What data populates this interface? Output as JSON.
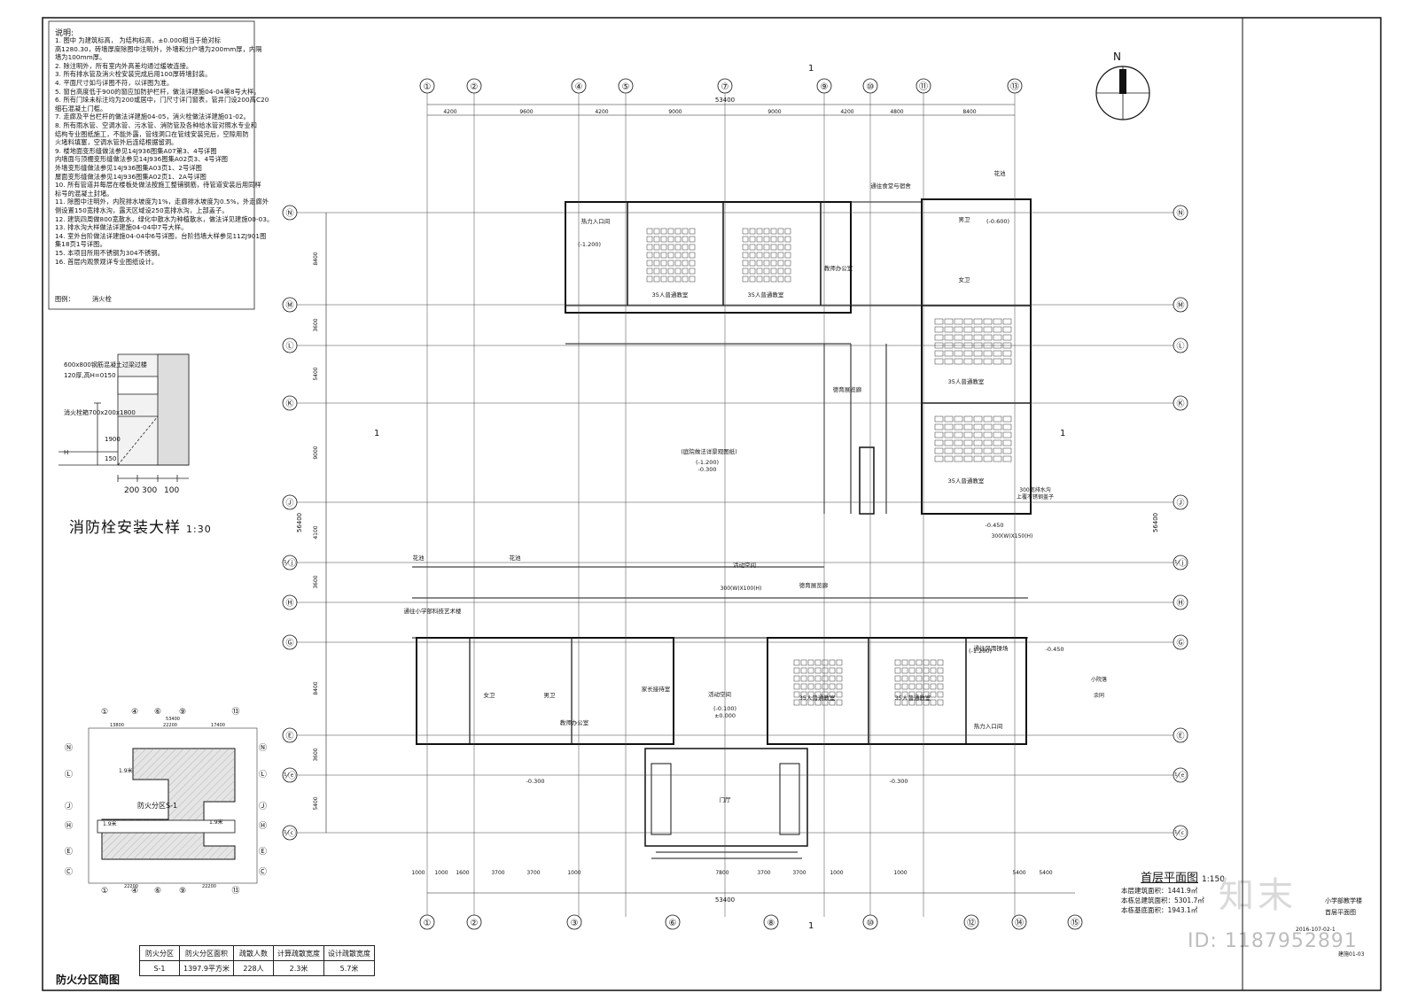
{
  "notes": {
    "title": "说明:",
    "lines": [
      "1.  图中     为建筑标高，     为结构标高，±0.000相当于绝对标",
      "     高1280.30，砖墙厚度除图中注明外，外墙和分户墙为200mm厚，内隔",
      "     墙为100mm厚。",
      "2.  除注明外，所有室内外高差均通过缓坡连接。",
      "3.  所有排水管及消火栓安装完成后用100厚砖墙封装。",
      "4.  平面尺寸如与详图不符，以详图为准。",
      "5.  窗台高度低于900的窗应加防护栏杆，做法详建施04-04第8号大样。",
      "6.  所有门垛未标注均为200或居中，门尺寸详门窗表，管井门设200高C20",
      "     细石混凝土门槛。",
      "7.  走廊及平台栏杆的做法详建施04-05，消火栓做法详建施01-02。",
      "8.  所有雨水管、空调水管、污水管、消防管及各种给水管对照水专业和",
      "     结构专业图纸施工，不能外露，管线洞口在管线安装完后，空隙用防",
      "     火堵料填塞，空调水管外后连结根据留洞。",
      "9.  楼地面变形缝做法参见14J936图集A07第3、4号详图",
      "     内墙面与顶棚变形缝做法参见14J936图集A02页3、4号详图",
      "     外墙变形缝做法参见14J936图集A03页1、2号详图",
      "     屋面变形缝做法参见14J936图集A02页1、2A号详图",
      "10. 所有管道井每层在楼板处做法按施工整铺钢筋，待管道安装后用同样",
      "     标号的混凝土封堵。",
      "11. 除图中注明外，内院排水坡度为1%，走廊排水坡度为0.5%，外走廊外",
      "     侧设置150宽排水沟，露天区域设250宽排水沟，上部盖子。",
      "12. 建筑四周做800宽散水，绿化中散水为种植散水，做法详见建施00-03。",
      "13. 排水沟大样做法详建施04-04中7号大样。",
      "14. 室外台阶做法详建施04-04中6号详图，台阶挡墙大样参见11ZJ901图",
      "     集18页1号详图。",
      "15. 本项目所用不锈钢为304不锈钢。",
      "16. 首层内观景观详专业图纸设计。"
    ],
    "legend_label": "图例：",
    "legend_item": "消火栓"
  },
  "hydrant_detail": {
    "title": "消防栓安装大样",
    "scale": "1:30",
    "labels": [
      "600x800钢筋混凝土过梁过楼",
      "120厚,高H=0150",
      "消火栓箱700x200x1800",
      "1900",
      "150",
      "H"
    ],
    "dims": [
      "200",
      "300",
      "100"
    ]
  },
  "fire_zone": {
    "title": "防火分区简图",
    "zone_label": "防火分区S-1",
    "table_headers": [
      "防火分区",
      "防火分区面积",
      "疏散人数",
      "计算疏散宽度",
      "设计疏散宽度"
    ],
    "table_row": [
      "S-1",
      "1397.9平方米",
      "228人",
      "2.3米",
      "5.7米"
    ],
    "col_labels": [
      "①",
      "④",
      "⑥",
      "⑨",
      "⑬"
    ],
    "row_labels": [
      "Ⓝ",
      "Ⓛ",
      "Ⓙ",
      "Ⓗ",
      "Ⓔ",
      "Ⓒ"
    ],
    "dims_top": [
      "53400",
      "13800",
      "22200",
      "17400"
    ],
    "dims_bottom": [
      "22200",
      "22200"
    ],
    "exit_marks": [
      "1.9米",
      "1.9米",
      "1.9米"
    ]
  },
  "plan": {
    "title": "首层平面图",
    "scale": "1:150",
    "areas": [
      "本层建筑面积：1441.9㎡",
      "本栋总建筑面积：5301.7㎡",
      "本栋基底面积：1943.1㎡"
    ],
    "north": "N",
    "axes_top": [
      "①",
      "②",
      "④",
      "⑤",
      "⑦",
      "⑨",
      "⑩",
      "⑪",
      "⑬"
    ],
    "axes_bottom": [
      "①",
      "②",
      "③",
      "⑥",
      "⑧",
      "⑩",
      "⑫",
      "⑭",
      "⑮"
    ],
    "axes_left": [
      "Ⓝ",
      "Ⓜ",
      "Ⓛ",
      "Ⓚ",
      "Ⓙ",
      "⅟ⓙ",
      "Ⓗ",
      "Ⓖ",
      "Ⓔ",
      "⅟ⓔ",
      "⅟ⓒ"
    ],
    "overall_width": "53400",
    "overall_depth": "56400",
    "top_dims": [
      "4200",
      "9600",
      "4200",
      "9000",
      "9000",
      "4200",
      "4800",
      "8400"
    ],
    "bottom_dims": [
      "1000",
      "1000",
      "1600",
      "3700",
      "3700",
      "1000",
      "7800",
      "3700",
      "3700",
      "1000",
      "1000",
      "5400",
      "5400"
    ],
    "left_dims": [
      "8400",
      "3600",
      "5400",
      "9000",
      "4100",
      "3600",
      "8400",
      "3600",
      "5400"
    ],
    "rooms": [
      {
        "name": "热力入口间"
      },
      {
        "name": "35人普通教室"
      },
      {
        "name": "35人普通教室"
      },
      {
        "name": "教师办公室"
      },
      {
        "name": "通往食堂与宿舍"
      },
      {
        "name": "女卫"
      },
      {
        "name": "男卫"
      },
      {
        "name": "35人普通教室"
      },
      {
        "name": "35人普通教室"
      },
      {
        "name": "德育展览廊"
      },
      {
        "name": "(庭院做法详景观图纸)"
      },
      {
        "name": "活动空间"
      },
      {
        "name": "德育展览廊"
      },
      {
        "name": "通往小学部科技艺术楼"
      },
      {
        "name": "女卫"
      },
      {
        "name": "男卫"
      },
      {
        "name": "家长接待室"
      },
      {
        "name": "教师办公室"
      },
      {
        "name": "活动空间"
      },
      {
        "name": "35人普通教室"
      },
      {
        "name": "35人普通教室"
      },
      {
        "name": "热力入口间"
      },
      {
        "name": "门厅"
      },
      {
        "name": "通往风雨操场"
      },
      {
        "name": "花池"
      },
      {
        "name": "花池"
      },
      {
        "name": "花池"
      }
    ],
    "levels": [
      "(-1.200)",
      "(-0.600)",
      "(-1.200)\n-0.300",
      "-0.450",
      "(-0.100)\n±0.000",
      "-0.300",
      "-0.300",
      "(-1.200)",
      "-0.450"
    ],
    "section_mark": "1",
    "misc": [
      "300宽排水沟",
      "上覆不锈钢盖子",
      "300(W)X150(H)",
      "300(W)X100(H)",
      "小院落",
      "余同"
    ]
  },
  "titleblock": {
    "project_line": "小学部教学楼",
    "drawing_line": "首层平面图",
    "code": "2016-107-02-1",
    "sheet": "建施01-03",
    "logo": "知末",
    "id": "ID: 1187952891"
  }
}
